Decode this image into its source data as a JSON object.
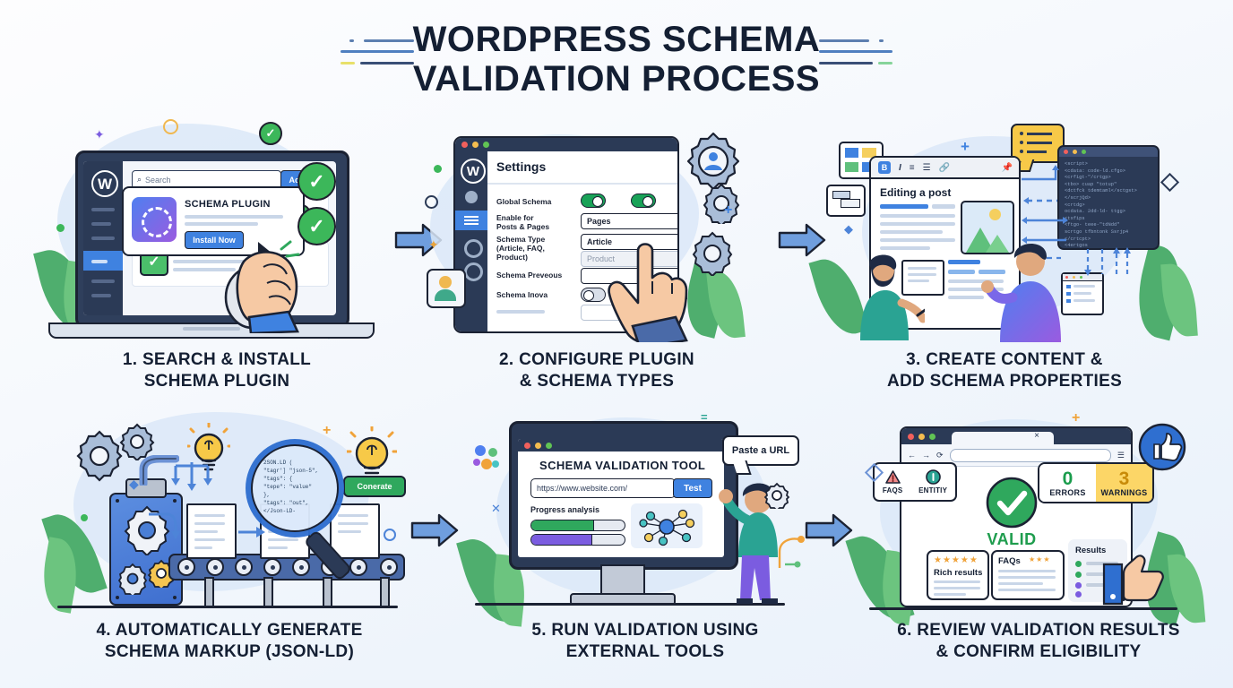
{
  "title": {
    "line1": "WordPress Schema",
    "line2": "Validation Process"
  },
  "colors": {
    "ink": "#141f33",
    "blue": "#3f82e0",
    "navy": "#2b3a56",
    "green": "#3cb75a",
    "amber": "#fcd667",
    "purple": "#7b5ce0",
    "page_bg": "#eef4fb"
  },
  "steps": [
    {
      "number": "1",
      "caption_line1": "1. SEARCH & INSTALL",
      "caption_line2": "SCHEMA PLUGIN",
      "scene": {
        "device": "laptop",
        "search_placeholder": "Search",
        "activate_label": "Activate",
        "plugin_name": "SCHEMA PLUGIN",
        "install_label": "Install Now",
        "search_icon": "magnifier-icon",
        "wordpress_logo": "wordpress-logo",
        "check_marks": 4
      }
    },
    {
      "number": "2",
      "caption_line1": "2. CONFIGURE PLUGIN",
      "caption_line2": "& SCHEMA TYPES",
      "scene": {
        "device": "browser-window",
        "panel_title": "Settings",
        "rows": [
          {
            "label": "Global Schema",
            "control": "toggle",
            "value": "on",
            "second_toggle": "on"
          },
          {
            "label": "Enable for Posts & Pages",
            "control": "select",
            "value": "Pages"
          },
          {
            "label": "Schema Type (Article, FAQ, Product)",
            "control": "select",
            "value": "Article",
            "placeholder": "Product"
          },
          {
            "label": "Schema Preveous",
            "control": "field",
            "value": ""
          },
          {
            "label": "Schema Iпova",
            "control": "toggle",
            "value": "off"
          }
        ],
        "gear_icons": [
          "gear-user-icon",
          "gear-icon",
          "gear-icon"
        ],
        "cursor": "pointing-hand-icon"
      }
    },
    {
      "number": "3",
      "caption_line1": "3. CREATE CONTENT &",
      "caption_line2": "ADD SCHEMA PROPERTIES",
      "scene": {
        "editor_title": "Editing a post",
        "toolbar_icons": [
          "bold-icon",
          "italic-icon",
          "list-icon",
          "numbered-list-icon",
          "link-icon",
          "link-icon",
          "pin-icon"
        ],
        "code_lines": [
          "<script>",
          "  <cdata: code-ld.cfgo>",
          "   <crfigt-\"/crtgp>",
          "     <tbo> cuap \"totup\"",
          "      <dctfck tdemtaml</sctgst>",
          "</scrjQd>",
          "<crtdg>",
          "  ocdata. 2dd-ld- ttgg>",
          "   <txfips",
          "     <ftgo- teee-\"tdNdd\"",
          "      scrtgo tfbntonk Ssrjp4",
          "   </crtcpt>",
          "<4ertgos"
        ],
        "people": 2,
        "comment_bubble": "list-bubble-icon"
      }
    },
    {
      "number": "4",
      "caption_line1": "4. AUTOMATICALLY GENERATE",
      "caption_line2": "SCHEMA MARKUP (JSON-LD)",
      "scene": {
        "generate_label": "Conerate",
        "json_lines": [
          "2SON.LD (",
          "  \"tagr'] \"json-5\",",
          "  \"tags\": {",
          "    \"tepe\": \"value\"",
          "  },",
          "  \"tags\": \"out\",",
          "</Json-LD-"
        ],
        "magnifier": "magnifier-icon",
        "bulbs": 2,
        "gears": 5,
        "conveyor_rollers": 8,
        "documents": 3
      }
    },
    {
      "number": "5",
      "caption_line1": "5. RUN VALIDATION USING",
      "caption_line2": "EXTERNAL TOOLS",
      "scene": {
        "tool_title": "SCHEMA VALIDATION TOOL",
        "url_value": "https://www.website.com/",
        "test_label": "Test",
        "tooltip": "Paste a URL",
        "progress_label": "Progress analysis",
        "progress_bars": [
          {
            "color": "#2fa85d",
            "percent": 66
          },
          {
            "color": "#7b5ce0",
            "percent": 64
          }
        ],
        "graph": "node-graph-icon",
        "gear_icon": "gear-icon",
        "person": 1
      }
    },
    {
      "number": "6",
      "caption_line1": "6. REVIEW VALIDATION RESULTS",
      "caption_line2": "& CONFIRM ELIGIBILITY",
      "scene": {
        "device": "browser-window",
        "tab_close": "×",
        "pills": [
          {
            "label": "FAQS",
            "icon": "faq-alert-icon"
          },
          {
            "label": "ENTITIY",
            "icon": "entity-icon"
          }
        ],
        "status_text": "VALID",
        "status_icon": "green-check-icon",
        "badges": [
          {
            "number": "0",
            "label": "ERRORS",
            "color": "#1a9c4c",
            "bg": "#ffffff"
          },
          {
            "number": "3",
            "label": "WARNINGS",
            "color": "#c88a08",
            "bg": "#fcd667"
          }
        ],
        "cards": [
          {
            "title": "Rich results",
            "stars": "★★★★★"
          },
          {
            "title": "FAQs",
            "stars": "★★★"
          }
        ],
        "results_title": "Results",
        "result_dot_colors": [
          "#2fa85d",
          "#2fa85d",
          "#7b5ce0",
          "#7b5ce0",
          "#2fa85d"
        ],
        "thumbs_up": "thumbs-up-icon"
      }
    }
  ]
}
